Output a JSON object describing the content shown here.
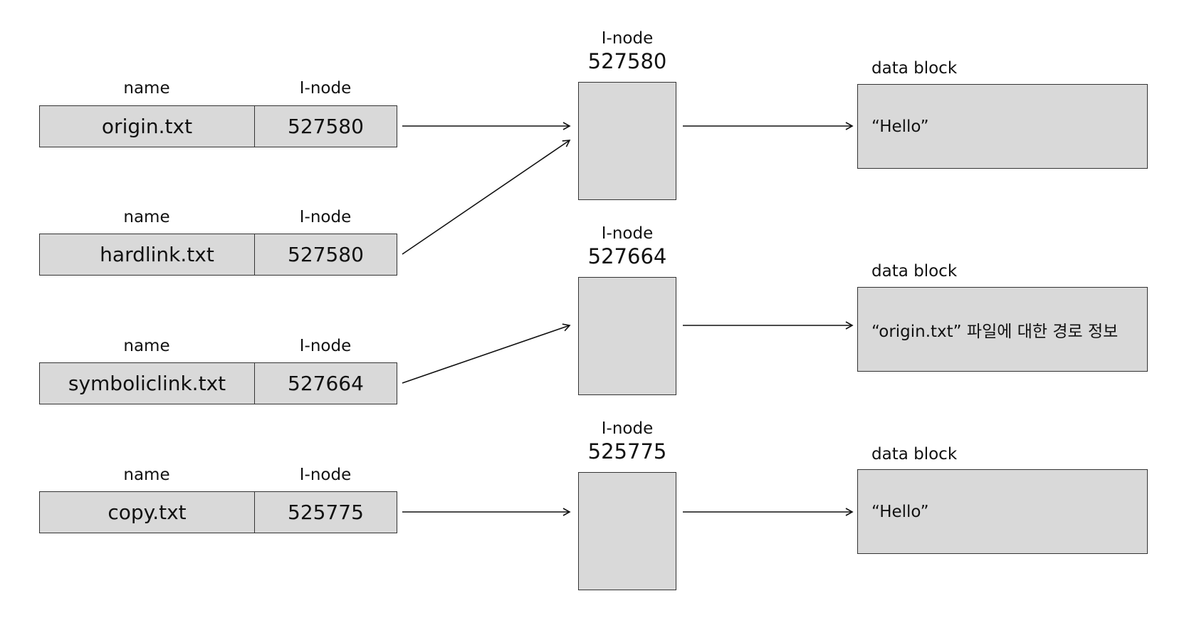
{
  "entries": [
    {
      "name_header": "name",
      "inode_header": "I-node",
      "name": "origin.txt",
      "inode": "527580"
    },
    {
      "name_header": "name",
      "inode_header": "I-node",
      "name": "hardlink.txt",
      "inode": "527580"
    },
    {
      "name_header": "name",
      "inode_header": "I-node",
      "name": "symboliclink.txt",
      "inode": "527664"
    },
    {
      "name_header": "name",
      "inode_header": "I-node",
      "name": "copy.txt",
      "inode": "525775"
    }
  ],
  "inodes": [
    {
      "label": "I-node",
      "number": "527580"
    },
    {
      "label": "I-node",
      "number": "527664"
    },
    {
      "label": "I-node",
      "number": "525775"
    }
  ],
  "data_blocks": [
    {
      "label": "data block",
      "content": "“Hello”"
    },
    {
      "label": "data block",
      "content": "“origin.txt” 파일에 대한 경로 정보"
    },
    {
      "label": "data block",
      "content": "“Hello”"
    }
  ],
  "links": [
    {
      "from": "origin.txt",
      "to": "I-node 527580"
    },
    {
      "from": "hardlink.txt",
      "to": "I-node 527580"
    },
    {
      "from": "symboliclink.txt",
      "to": "I-node 527664"
    },
    {
      "from": "copy.txt",
      "to": "I-node 525775"
    },
    {
      "from": "I-node 527580",
      "to": "data block 1"
    },
    {
      "from": "I-node 527664",
      "to": "data block 2"
    },
    {
      "from": "I-node 525775",
      "to": "data block 3"
    }
  ]
}
